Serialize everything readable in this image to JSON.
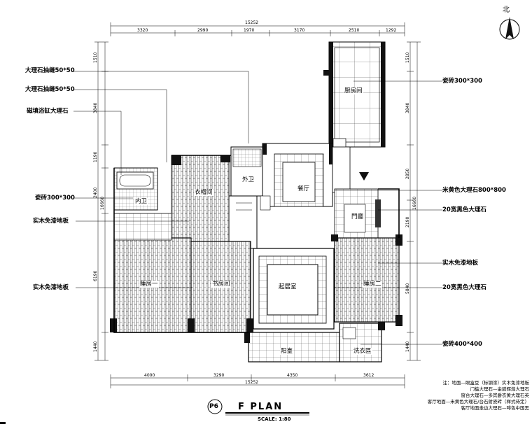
{
  "north_label": "北",
  "title": {
    "sheet": "P6",
    "name": "F   PLAN",
    "scale": "SCALE:  1:80"
  },
  "dims": {
    "top_total": "15252",
    "top_segments": [
      "3320",
      "2990",
      "1970",
      "3170",
      "2510",
      "1292"
    ],
    "bottom_total": "15252",
    "bottom_segments": [
      "4000",
      "3290",
      "4350",
      "3612"
    ],
    "left_segments": [
      "1510",
      "3840",
      "1190",
      "2400",
      "6190",
      "1440"
    ],
    "left_total": "16660",
    "right_segments": [
      "1510",
      "3840",
      "2850",
      "2190",
      "5840",
      "1440"
    ],
    "right_total": "16660"
  },
  "left_labels": [
    "大理石抽缝50*50",
    "大理石抽缝50*50",
    "磁填浴缸大理石",
    "瓷砖300*300",
    "实木免漆地板",
    "实木免漆地板"
  ],
  "right_labels": [
    "瓷砖300*300",
    "米黄色大理石800*800",
    "20宽黑色大理石",
    "实木免漆地板",
    "20宽黑色大理石",
    "瓷砖400*400"
  ],
  "rooms": {
    "kitchen": "厨房间",
    "outer_bath": "外卫",
    "inner_bath": "内卫",
    "closet": "衣帽间",
    "dining": "餐厅",
    "entry": "門廳",
    "living": "起居室",
    "bedroom1": "睡房一",
    "study": "书房间",
    "bedroom2": "睡房二",
    "balcony": "阳臺",
    "laundry": "洗衣區"
  },
  "notes": [
    "注：地面—眼盒豆（标钢漆）实木免漆地板",
    "门槛大理石—金碧辉煌大理石",
    "窗台大理石—多宾爵衣黄大理石英",
    "客厅地面—米黄色大理石/台石射瓷砖（样式待定）",
    "客厅地面走边大理石—啡色中国黑"
  ]
}
